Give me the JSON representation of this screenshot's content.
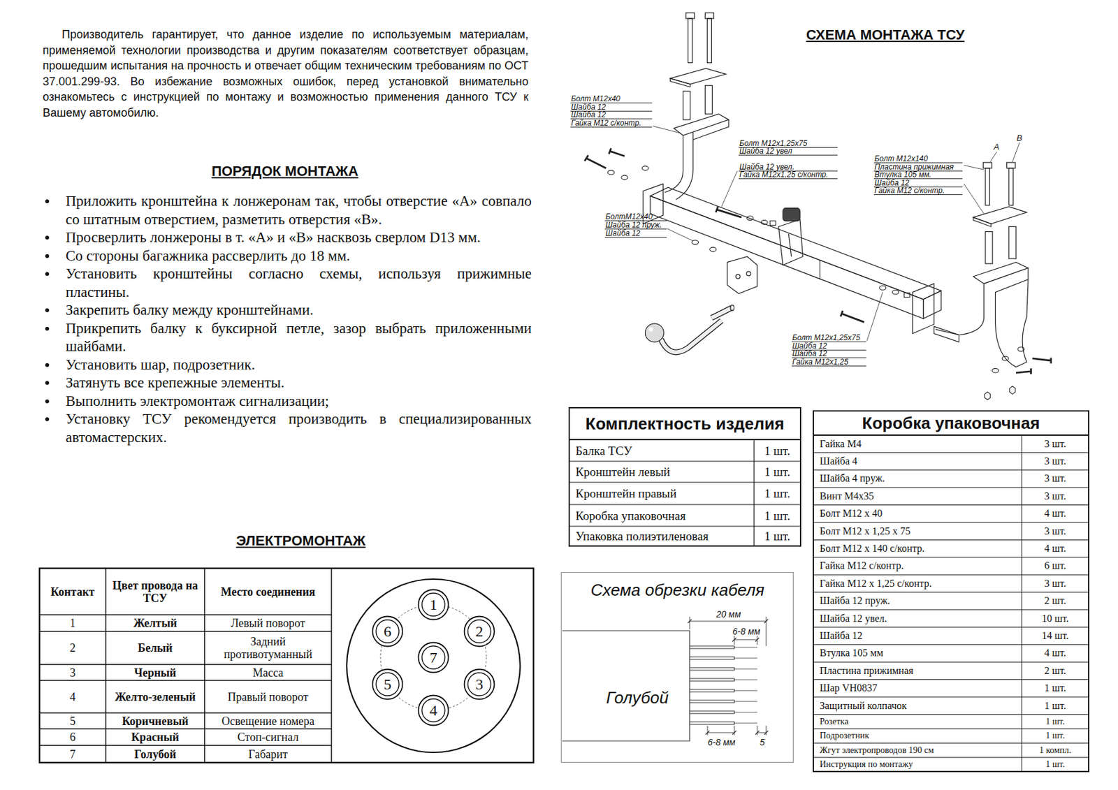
{
  "diagram": {
    "nodes": [
      {
        "text": [
          "1"
        ]
      },
      {
        "text": [
          "2"
        ]
      },
      {
        "text": [
          "3"
        ]
      },
      {
        "text": [
          "4"
        ]
      },
      {
        "text": [
          "5"
        ]
      },
      {
        "text": [
          "6"
        ]
      },
      {
        "text": [
          "7"
        ]
      },
      {
        "text": [
          "Схема обрезки кабеля",
          "20 мм",
          "6-8 мм",
          "Голубой",
          "6-8 мм",
          "5"
        ]
      }
    ],
    "labels": [
      "Производитель гарантирует, что данное изделие по используемым материалам, применяемой технологии производства и другим показателям соответствует образцам, прошедшим испытания на прочность и отвечает общим техническим требованиям по ОСТ 37.001.299-93. Во избежание возможных ошибок, перед установкой внимательно ознакомьтесь с инструкцией по монтажу и возможностью применения данного ТСУ к Вашему автомобилю.",
      "ПОРЯДОК МОНТАЖА",
      "Приложить кронштейна к лонжеронам так, чтобы отверстие «А» совпало со штатным отверстием, разметить отверстия «В».",
      "Просверлить лонжероны в т. «А» и «В» насквозь сверлом D13 мм.",
      "Со стороны багажника рассверлить до 18 мм.",
      "Установить кронштейны согласно схемы, используя прижимные пластины.",
      "Закрепить балку между кронштейнами.",
      "Прикрепить балку к буксирной петле, зазор выбрать приложенными шайбами.",
      "Установить шар, подрозетник.",
      "Затянуть все крепежные элементы.",
      "Выполнить электромонтаж сигнализации;",
      "Установку ТСУ рекомендуется производить в специализированных автомастерских.",
      "ЭЛЕКТРОМОНТАЖ",
      "Контакт",
      "Цвет провода на ТСУ",
      "Место соединения",
      "1",
      "Желтый",
      "Левый поворот",
      "2",
      "Белый",
      "Задний противотуманный",
      "3",
      "Черный",
      "Масса",
      "4",
      "Желто-зеленый",
      "Правый поворот",
      "5",
      "Коричневый",
      "Освещение номера",
      "6",
      "Красный",
      "Стоп-сигнал",
      "7",
      "Голубой",
      "Габарит",
      "СХЕМА МОНТАЖА ТСУ",
      "Болт М12х40",
      "Шайба 12",
      "Шайба 12",
      "Гайка М12 с/контр.",
      "Болт М12х1,25х75",
      "Шайба 12 увел",
      "Шайба 12 увел.",
      "Гайка М12х1,25 с/контр.",
      "Болт М12х140",
      "Пластина прижимная",
      "Втулка 105 мм.",
      "Шайба 12",
      "Гайка М12 с/контр.",
      "А",
      "В",
      "БолтМ12х40",
      "Шайба 12 пруж.",
      "Шайба 12",
      "Болт М12х1,25х75",
      "Шайба 12",
      "Шайба 12",
      "Гайка М12х1,25",
      "Комплектность изделия",
      "Балка ТСУ",
      "1 шт.",
      "Кронштейн левый",
      "1 шт.",
      "Кронштейн правый",
      "1 шт.",
      "Коробка упаковочная",
      "1 шт.",
      "Упаковка полиэтиленовая",
      "1 шт.",
      "Коробка упаковочная",
      "Гайка М4",
      "3 шт.",
      "Шайба 4",
      "3 шт.",
      "Шайба 4 пруж.",
      "3 шт.",
      "Винт М4х35",
      "3 шт.",
      "Болт М12 х 40",
      "4 шт.",
      "Болт М12 х 1,25 х 75",
      "3 шт.",
      "Болт М12 х 140 с/контр.",
      "4 шт.",
      "Гайка М12 с/контр.",
      "6 шт.",
      "Гайка М12 х 1,25 с/контр.",
      "3 шт.",
      "Шайба 12 пруж.",
      "2 шт.",
      "Шайба 12 увел.",
      "10 шт.",
      "Шайба 12",
      "14 шт.",
      "Втулка 105 мм",
      "4 шт.",
      "Пластина прижимная",
      "2 шт.",
      "Шар VH0837",
      "1 шт.",
      "Защитный колпачок",
      "1 шт.",
      "Розетка",
      "1 шт.",
      "Подрозетник",
      "1 шт.",
      "Жгут электропроводов 190 см",
      "1 компл.",
      "Инструкция по монтажу",
      "1 шт."
    ]
  }
}
